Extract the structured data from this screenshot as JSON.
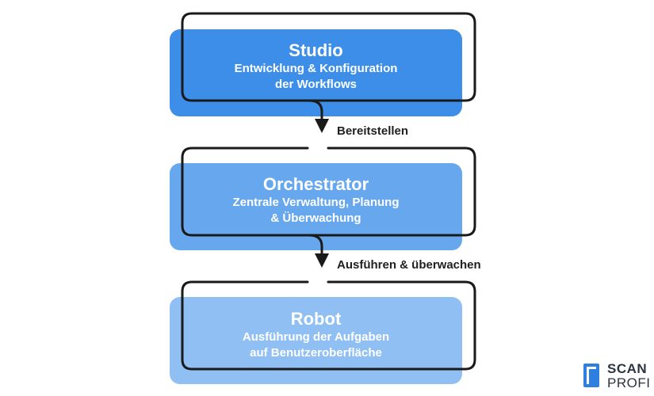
{
  "stages": [
    {
      "title": "Studio",
      "description_line1": "Entwicklung & Konfiguration",
      "description_line2": "der Workflows"
    },
    {
      "title": "Orchestrator",
      "description_line1": "Zentrale Verwaltung, Planung",
      "description_line2": "& Überwachung"
    },
    {
      "title": "Robot",
      "description_line1": "Ausführung der Aufgaben",
      "description_line2": "auf Benutzeroberfläche"
    }
  ],
  "connectors": [
    {
      "label": "Bereitstellen"
    },
    {
      "label": "Ausführen & überwachen"
    }
  ],
  "logo": {
    "line1": "SCAN",
    "line2": "PROFI"
  },
  "colors": {
    "stage1": "#3d8ee8",
    "stage2": "#66a7ed",
    "stage3": "#8fbff3",
    "outline": "#1a1a1a"
  }
}
